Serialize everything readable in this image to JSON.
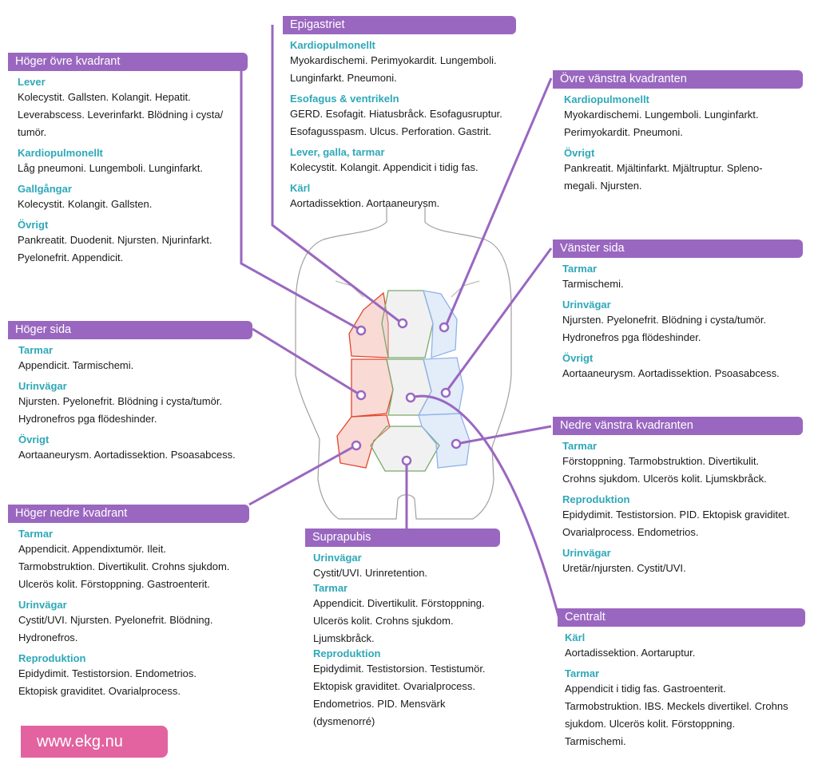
{
  "colors": {
    "header": "#9a67c0",
    "category": "#2ea8b8",
    "brand": "#e263a0",
    "right_zone": "#e3452b",
    "center_zone": "#7aa86a",
    "left_zone": "#8fb3e8"
  },
  "regions": {
    "hoger_ovre": {
      "title": "Höger övre kvadrant",
      "sections": [
        {
          "category": "Lever",
          "lines": [
            "Kolecystit. Gallsten. Kolangit. Hepatit.",
            "Leverabscess. Leverinfarkt. Blödning i cysta/",
            "tumör."
          ]
        },
        {
          "category": "Kardiopulmonellt",
          "lines": [
            "Låg pneumoni. Lungemboli. Lunginfarkt."
          ]
        },
        {
          "category": "Gallgångar",
          "lines": [
            "Kolecystit. Kolangit. Gallsten."
          ]
        },
        {
          "category": "Övrigt",
          "lines": [
            "Pankreatit. Duodenit. Njursten. Njurinfarkt.",
            "Pyelonefrit. Appendicit."
          ]
        }
      ]
    },
    "epigastriet": {
      "title": "Epigastriet",
      "sections": [
        {
          "category": "Kardiopulmonellt",
          "lines": [
            "Myokardischemi. Perimyokardit. Lungemboli.",
            "Lunginfarkt. Pneumoni."
          ]
        },
        {
          "category": "Esofagus & ventrikeln",
          "lines": [
            "GERD. Esofagit. Hiatusbråck. Esofagusruptur.",
            "Esofagusspasm. Ulcus. Perforation. Gastrit."
          ]
        },
        {
          "category": "Lever, galla, tarmar",
          "lines": [
            "Kolecystit. Kolangit. Appendicit i tidig fas."
          ]
        },
        {
          "category": "Kärl",
          "lines": [
            "Aortadissektion. Aortaaneurysm."
          ]
        }
      ]
    },
    "ovre_vanstra": {
      "title": "Övre vänstra kvadranten",
      "sections": [
        {
          "category": "Kardiopulmonellt",
          "lines": [
            "Myokardischemi. Lungemboli. Lunginfarkt.",
            "Perimyokardit. Pneumoni."
          ]
        },
        {
          "category": "Övrigt",
          "lines": [
            "Pankreatit. Mjältinfarkt. Mjältruptur. Spleno-",
            "megali. Njursten."
          ]
        }
      ]
    },
    "hoger_sida": {
      "title": "Höger sida",
      "sections": [
        {
          "category": "Tarmar",
          "lines": [
            "Appendicit. Tarmischemi."
          ]
        },
        {
          "category": "Urinvägar",
          "lines": [
            "Njursten. Pyelonefrit. Blödning i cysta/tumör.",
            "Hydronefros pga flödeshinder."
          ]
        },
        {
          "category": "Övrigt",
          "lines": [
            "Aortaaneurysm. Aortadissektion. Psoasabcess."
          ]
        }
      ]
    },
    "vanster_sida": {
      "title": "Vänster sida",
      "sections": [
        {
          "category": "Tarmar",
          "lines": [
            "Tarmischemi."
          ]
        },
        {
          "category": "Urinvägar",
          "lines": [
            "Njursten. Pyelonefrit. Blödning i cysta/tumör.",
            "Hydronefros pga flödeshinder."
          ]
        },
        {
          "category": "Övrigt",
          "lines": [
            "Aortaaneurysm. Aortadissektion. Psoasabcess."
          ]
        }
      ]
    },
    "nedre_vanstra": {
      "title": "Nedre vänstra kvadranten",
      "sections": [
        {
          "category": "Tarmar",
          "lines": [
            "Förstoppning. Tarmobstruktion. Divertikulit.",
            "Crohns sjukdom. Ulcerös kolit. Ljumskbråck."
          ]
        },
        {
          "category": "Reproduktion",
          "lines": [
            "Epidydimit. Testistorsion. PID. Ektopisk graviditet.",
            "Ovarialprocess. Endometrios."
          ]
        },
        {
          "category": "Urinvägar",
          "lines": [
            "Uretär/njursten. Cystit/UVI."
          ]
        }
      ]
    },
    "hoger_nedre": {
      "title": "Höger nedre kvadrant",
      "sections": [
        {
          "category": "Tarmar",
          "lines": [
            "Appendicit. Appendixtumör. Ileit.",
            "Tarmobstruktion. Divertikulit. Crohns sjukdom.",
            "Ulcerös kolit. Förstoppning. Gastroenterit."
          ]
        },
        {
          "category": "Urinvägar",
          "lines": [
            "Cystit/UVI. Njursten. Pyelonefrit. Blödning.",
            "Hydronefros."
          ]
        },
        {
          "category": "Reproduktion",
          "lines": [
            "Epidydimit. Testistorsion. Endometrios.",
            "Ektopisk graviditet. Ovarialprocess."
          ]
        }
      ]
    },
    "suprapubis": {
      "title": "Suprapubis",
      "sections": [
        {
          "category": "Urinvägar",
          "lines": [
            "Cystit/UVI. Urinretention."
          ]
        },
        {
          "category": "Tarmar",
          "lines": [
            "Appendicit. Divertikulit. Förstoppning.",
            "Ulcerös kolit. Crohns sjukdom.",
            "Ljumskbråck."
          ]
        },
        {
          "category": "Reproduktion",
          "lines": [
            "Epidydimit. Testistorsion. Testistumör.",
            "Ektopisk graviditet. Ovarialprocess.",
            "Endometrios. PID. Mensvärk",
            "(dysmenorré)"
          ]
        }
      ]
    },
    "centralt": {
      "title": "Centralt",
      "sections": [
        {
          "category": "Kärl",
          "lines": [
            "Aortadissektion. Aortaruptur."
          ]
        },
        {
          "category": "Tarmar",
          "lines": [
            "Appendicit i tidig fas. Gastroenterit.",
            "Tarmobstruktion. IBS. Meckels divertikel. Crohns",
            "sjukdom. Ulcerös kolit. Förstoppning.",
            "Tarmischemi."
          ]
        }
      ]
    }
  },
  "brand": "www.ekg.nu"
}
